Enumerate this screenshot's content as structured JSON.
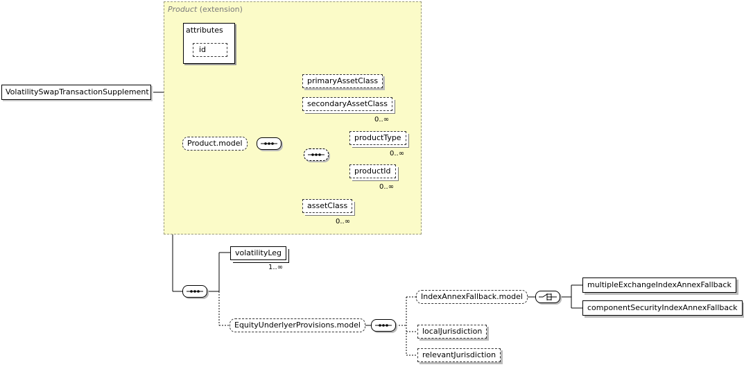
{
  "extension": {
    "base": "Product",
    "suffix": "(extension)"
  },
  "root": {
    "label": "VolatilitySwapTransactionSupplement"
  },
  "attributes": {
    "label": "attributes",
    "id_label": "id"
  },
  "nodes": {
    "product_model": "Product.model",
    "primary_asset_class": "primaryAssetClass",
    "secondary_asset_class": "secondaryAssetClass",
    "product_type": "productType",
    "product_id": "productId",
    "asset_class": "assetClass",
    "volatility_leg": "volatilityLeg",
    "equity_underlyer_provisions_model": "EquityUnderlyerProvisions.model",
    "index_annex_fallback_model": "IndexAnnexFallback.model",
    "local_jurisdiction": "localJurisdiction",
    "relevant_jurisdiction": "relevantJurisdiction",
    "multiple_exchange_fallback": "multipleExchangeIndexAnnexFallback",
    "component_security_fallback": "componentSecurityIndexAnnexFallback"
  },
  "cardinality": {
    "secondary_asset_class": "0..∞",
    "product_type": "0..∞",
    "product_id": "0..∞",
    "asset_class": "0..∞",
    "volatility_leg": "1..∞"
  },
  "colors": {
    "extension_fill": "#fbfbc8",
    "extension_border": "#9a9a7a"
  }
}
